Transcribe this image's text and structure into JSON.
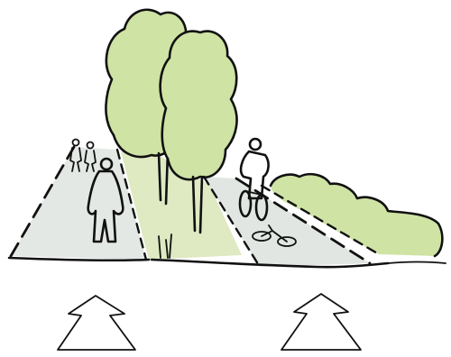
{
  "colors": {
    "background": "#ffffff",
    "tree_foliage": "#cfe3a4",
    "tree_foliage_shade": "#bcd68c",
    "bush_foliage": "#cfe3a4",
    "verge_grass": "#dfe9c2",
    "path_surface": "#e4e8e4",
    "cycle_path_surface": "#e1e6e2",
    "person_fill": "#ffffff",
    "arrow_fill": "#e8a9ad",
    "ink": "#111111"
  },
  "elements": {
    "pedestrian_path": {
      "icon": "footpath-surface"
    },
    "cycle_path": {
      "icon": "cycle-lane-surface"
    },
    "green_verge": {
      "icon": "grass-strip"
    },
    "tree_left": {
      "icon": "tree-icon"
    },
    "tree_right": {
      "icon": "tree-icon"
    },
    "hedge": {
      "icon": "bush-row-icon"
    },
    "walkers_distant": {
      "icon": "pedestrian-pair-icon"
    },
    "walker_near": {
      "icon": "pedestrian-icon"
    },
    "cyclist": {
      "icon": "cyclist-icon"
    },
    "bicycle_marking": {
      "icon": "bicycle-symbol-icon"
    },
    "arrow_left": {
      "icon": "direction-arrow-up-icon"
    },
    "arrow_right": {
      "icon": "direction-arrow-up-icon"
    }
  }
}
